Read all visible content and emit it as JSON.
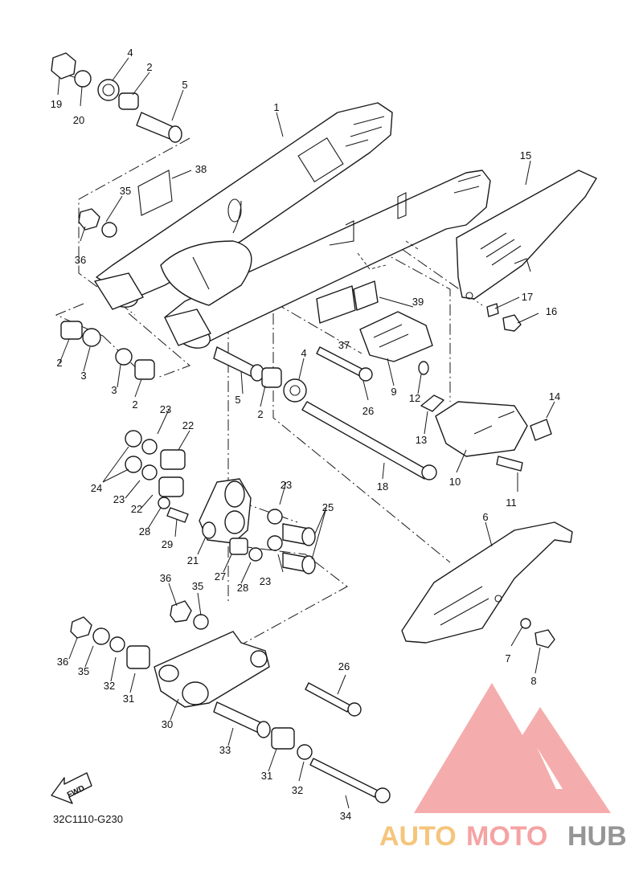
{
  "diagram": {
    "code": "32C1110-G230",
    "fwd_label": "FWD",
    "watermark": {
      "part1": "AUTO",
      "part2": "MOTO",
      "part3": "HUB",
      "color1": "#f5bf6e",
      "color2": "#f59a9a",
      "color3": "#8a8a8a",
      "logo_color": "#f4a3a3"
    },
    "labels": [
      "1",
      "2",
      "2",
      "2",
      "2",
      "3",
      "3",
      "4",
      "4",
      "5",
      "5",
      "6",
      "7",
      "8",
      "9",
      "10",
      "11",
      "12",
      "13",
      "14",
      "15",
      "16",
      "17",
      "18",
      "19",
      "20",
      "21",
      "22",
      "22",
      "23",
      "23",
      "23",
      "23",
      "24",
      "25",
      "26",
      "26",
      "27",
      "28",
      "28",
      "29",
      "30",
      "31",
      "31",
      "32",
      "32",
      "33",
      "34",
      "35",
      "35",
      "35",
      "36",
      "36",
      "36",
      "37",
      "38",
      "39"
    ]
  }
}
